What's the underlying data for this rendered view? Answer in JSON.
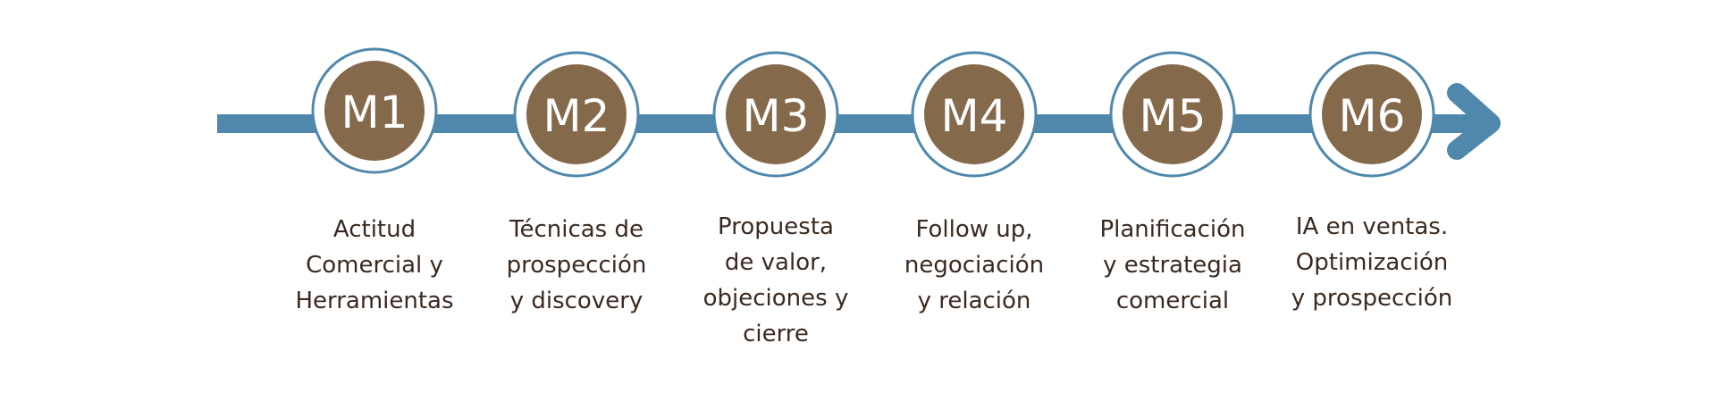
{
  "colors": {
    "arrow": "#4f88ac",
    "circle_fill": "#84694b",
    "ring": "#4f88ac",
    "label_text": "#3a2a20",
    "circle_text": "#ffffff"
  },
  "modules": [
    {
      "code": "M1",
      "label_lines": [
        "Actitud",
        "Comercial y",
        "Herramientas"
      ]
    },
    {
      "code": "M2",
      "label_lines": [
        "Técnicas de",
        "prospección",
        "y discovery"
      ]
    },
    {
      "code": "M3",
      "label_lines": [
        "Propuesta",
        "de valor,",
        "objeciones y",
        "cierre"
      ]
    },
    {
      "code": "M4",
      "label_lines": [
        "Follow up,",
        "negociación",
        "y relación"
      ]
    },
    {
      "code": "M5",
      "label_lines": [
        "Planificación",
        "y estrategia",
        "comercial"
      ]
    },
    {
      "code": "M6",
      "label_lines": [
        "IA en ventas.",
        "Optimización",
        "y prospección"
      ]
    }
  ]
}
